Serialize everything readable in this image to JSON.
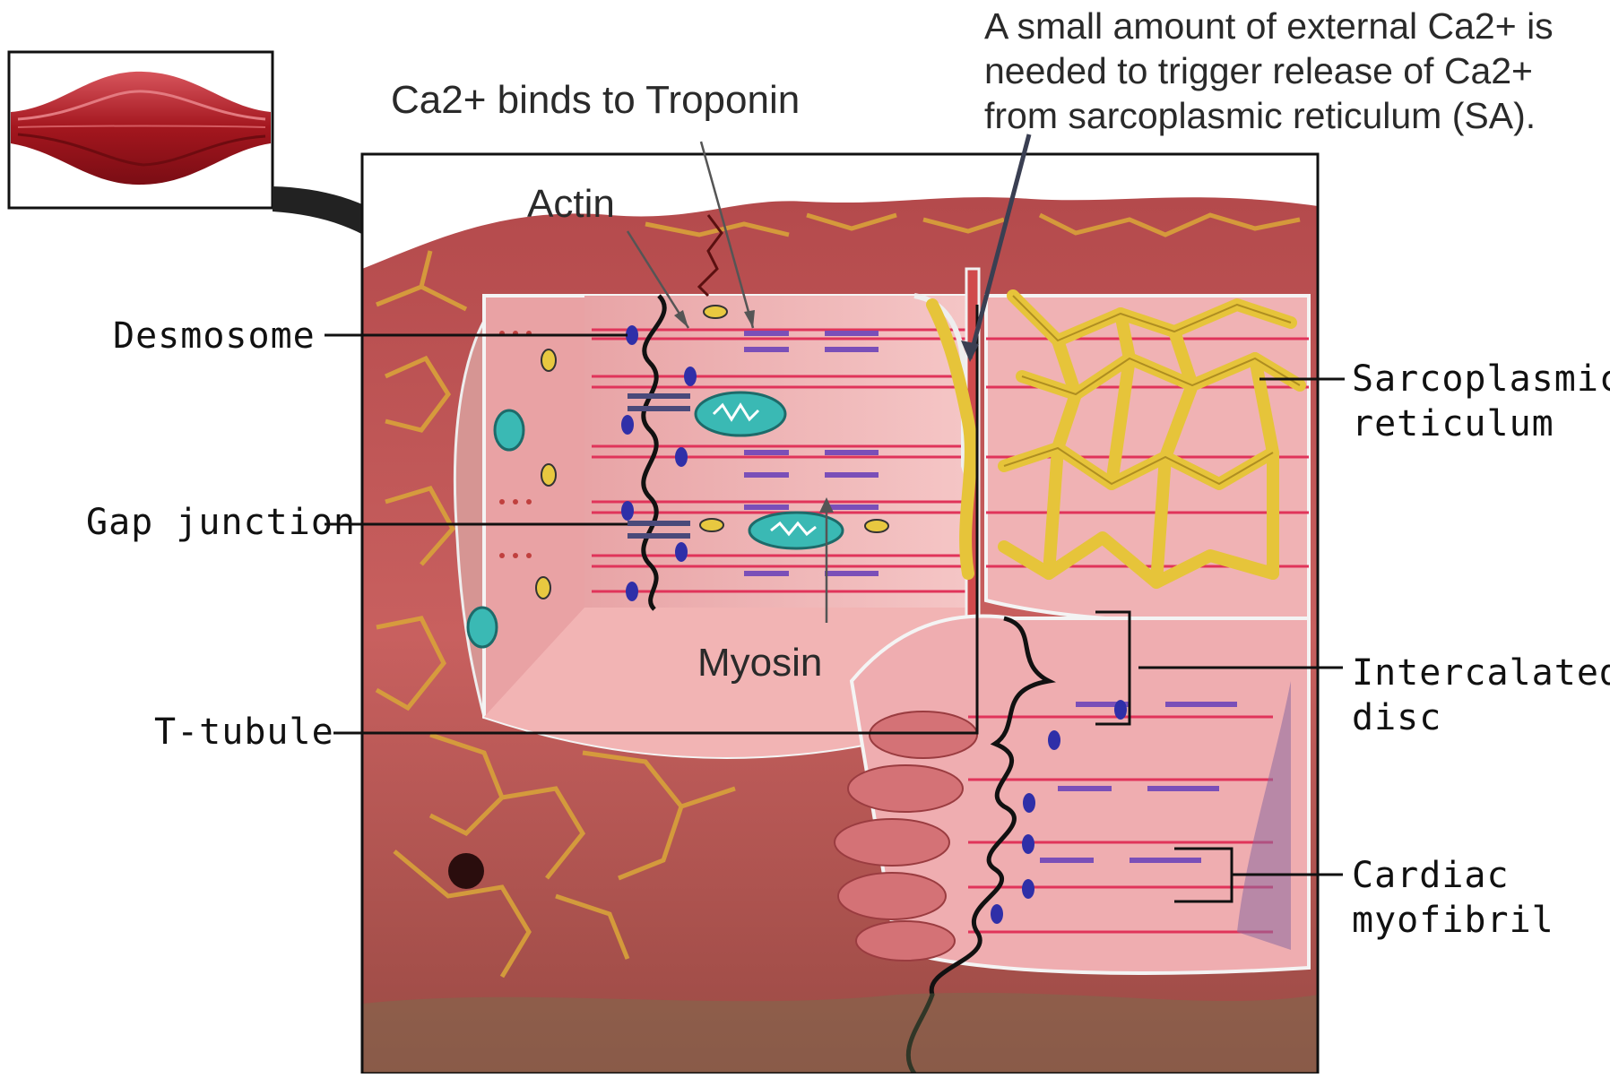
{
  "labels": {
    "troponin": "Ca2+ binds to Troponin",
    "actin": "Actin",
    "myosin": "Myosin",
    "desmosome": "Desmosome",
    "gap_junction": "Gap junction",
    "t_tubule": "T-tubule",
    "sarcoplasmic": [
      "Sarcoplasmic",
      "reticulum"
    ],
    "intercalated": [
      "Intercalated",
      "disc"
    ],
    "cardiac": [
      "Cardiac",
      "myofibril"
    ]
  },
  "note": [
    "A small amount of external Ca2+ is",
    "needed to trigger release of Ca2+",
    "from sarcoplasmic reticulum (SA)."
  ],
  "colors": {
    "tissue": "#c8555a",
    "cell_pink": "#f2b9bb",
    "reticulum": "#e6c43a",
    "actin": "#e0345a",
    "myosin": "#7a4fb8",
    "mitochondria": "#3ab9b4",
    "muscle_icon": "#a3161e"
  }
}
